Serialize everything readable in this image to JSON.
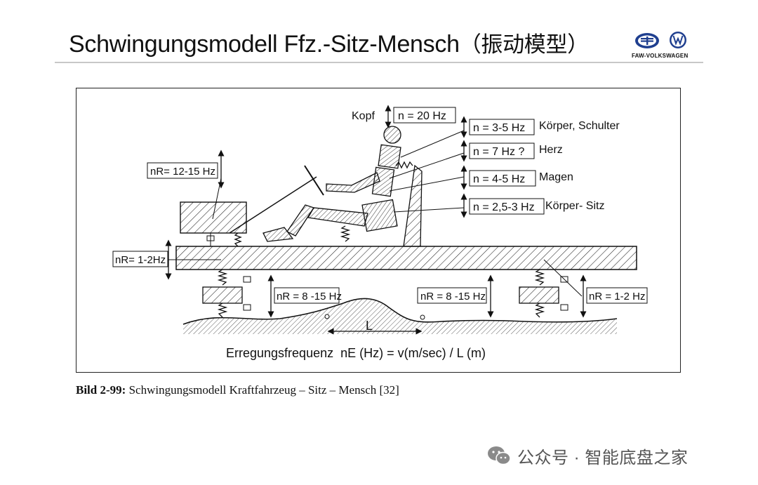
{
  "header": {
    "title_de": "Schwingungsmodell Ffz.-Sitz-Mensch",
    "title_cn": "（振动模型）",
    "logo_text": "FAW-VOLKSWAGEN"
  },
  "diagram": {
    "kopf": "Kopf",
    "n_head": "n = 20 Hz",
    "n_body": "n = 3-5 Hz",
    "body_label": "Körper, Schulter",
    "n_heart": "n = 7 Hz ?",
    "heart_label": "Herz",
    "n_stomach": "n = 4-5 Hz",
    "stomach_label": "Magen",
    "n_seat": "n = 2,5-3 Hz",
    "seat_label": "Körper- Sitz",
    "nr_engine": "nR= 12-15 Hz",
    "nr_body": "nR= 1-2Hz",
    "nr_wheel_front": "nR = 8 -15 Hz",
    "nr_wheel_rear": "nR = 8 -15 Hz",
    "nr_right": "nR = 1-2 Hz",
    "length": "L",
    "formula_text": "Erregungsfrequenz  nE (Hz) = v(m/sec) / L (m)"
  },
  "caption": {
    "bold": "Bild 2-99:",
    "text": " Schwingungsmodell Kraftfahrzeug – Sitz – Mensch [32]"
  },
  "watermark": {
    "text": "公众号 · 智能底盘之家",
    "icon": "wechat-icon"
  }
}
